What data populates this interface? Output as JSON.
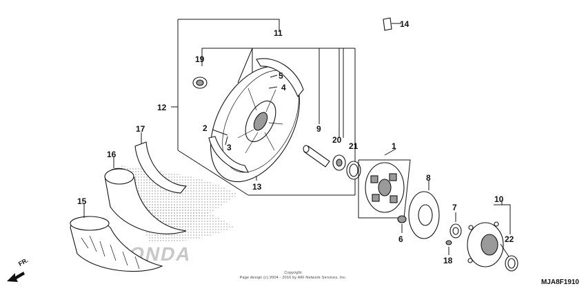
{
  "callouts": {
    "p1": "1",
    "p2": "2",
    "p3": "3",
    "p4": "4",
    "p5": "5",
    "p6": "6",
    "p7": "7",
    "p8": "8",
    "p9": "9",
    "p10": "10",
    "p11": "11",
    "p12": "12",
    "p13": "13",
    "p14": "14",
    "p15": "15",
    "p16": "16",
    "p17": "17",
    "p18": "18",
    "p19": "19",
    "p20": "20",
    "p21": "21",
    "p22": "22"
  },
  "watermark": "HONDA",
  "copyright": {
    "line1": "Copyright",
    "line2": "Page design (c) 2004 - 2016 by ARI Network Services, Inc."
  },
  "diagram_code": "MJA8F1910",
  "front_arrow_label": "FR."
}
